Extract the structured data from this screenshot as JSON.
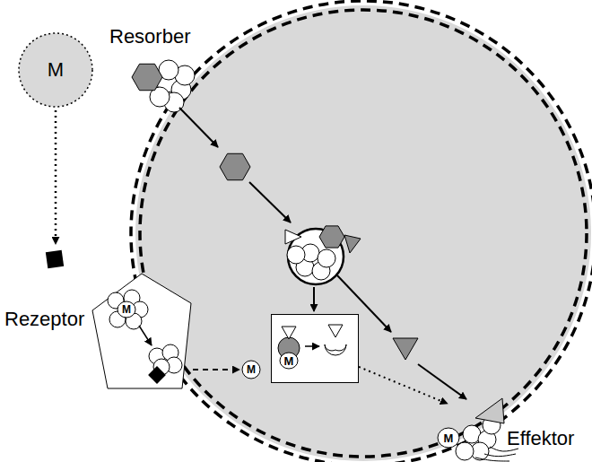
{
  "diagram": {
    "nodes": [
      {
        "text": [
          "M"
        ]
      },
      {
        "text": [
          "Rezeptor",
          "M"
        ]
      },
      {
        "text": [
          "M"
        ]
      },
      {
        "text": [
          "M"
        ]
      },
      {
        "text": [
          "Effektor",
          "M"
        ]
      }
    ],
    "edges": [
      {
        "from": 1,
        "to": 2,
        "arrow": "to"
      },
      {
        "from": 3,
        "to": 4,
        "arrow": "to"
      }
    ],
    "labels": [
      "Resorber"
    ]
  }
}
